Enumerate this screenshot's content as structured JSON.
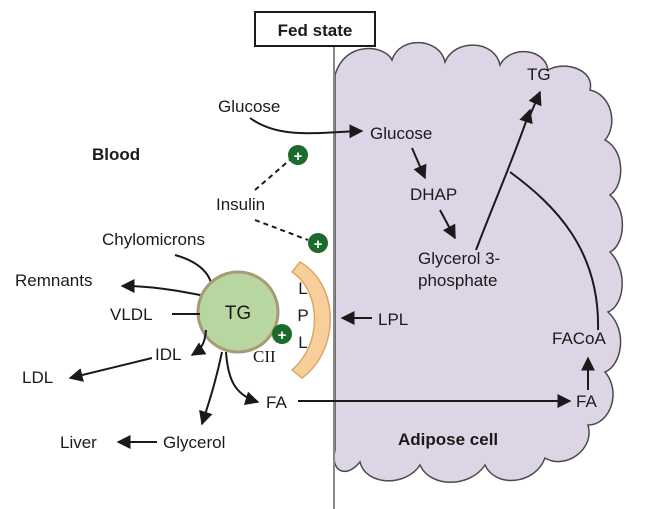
{
  "title": "Fed state",
  "regions": {
    "blood": "Blood",
    "adipose": "Adipose cell"
  },
  "labels": {
    "glucose_blood": "Glucose",
    "glucose_cell": "Glucose",
    "tg_cell": "TG",
    "dhap": "DHAP",
    "glycerol3p_line1": "Glycerol 3-",
    "glycerol3p_line2": "phosphate",
    "insulin": "Insulin",
    "chylomicrons": "Chylomicrons",
    "remnants": "Remnants",
    "vldl": "VLDL",
    "idl": "IDL",
    "ldl": "LDL",
    "tg_lipoprotein": "TG",
    "cii": "CII",
    "lpl_vertical": [
      "L",
      "P",
      "L"
    ],
    "lpl": "LPL",
    "fa_blood": "FA",
    "fa_cell": "FA",
    "facoa": "FACoA",
    "liver": "Liver",
    "glycerol": "Glycerol",
    "plus": "+"
  },
  "colors": {
    "cell_fill": "#ddd5e6",
    "cell_stroke": "#4a4a4a",
    "tg_particle": "#b8d6a0",
    "tg_particle_stroke": "#a89a78",
    "lpl_enzyme": "#f8cf9a",
    "lpl_enzyme_stroke": "#d9a868",
    "plus_badge": "#1d6b2c",
    "membrane_line": "#888888"
  }
}
